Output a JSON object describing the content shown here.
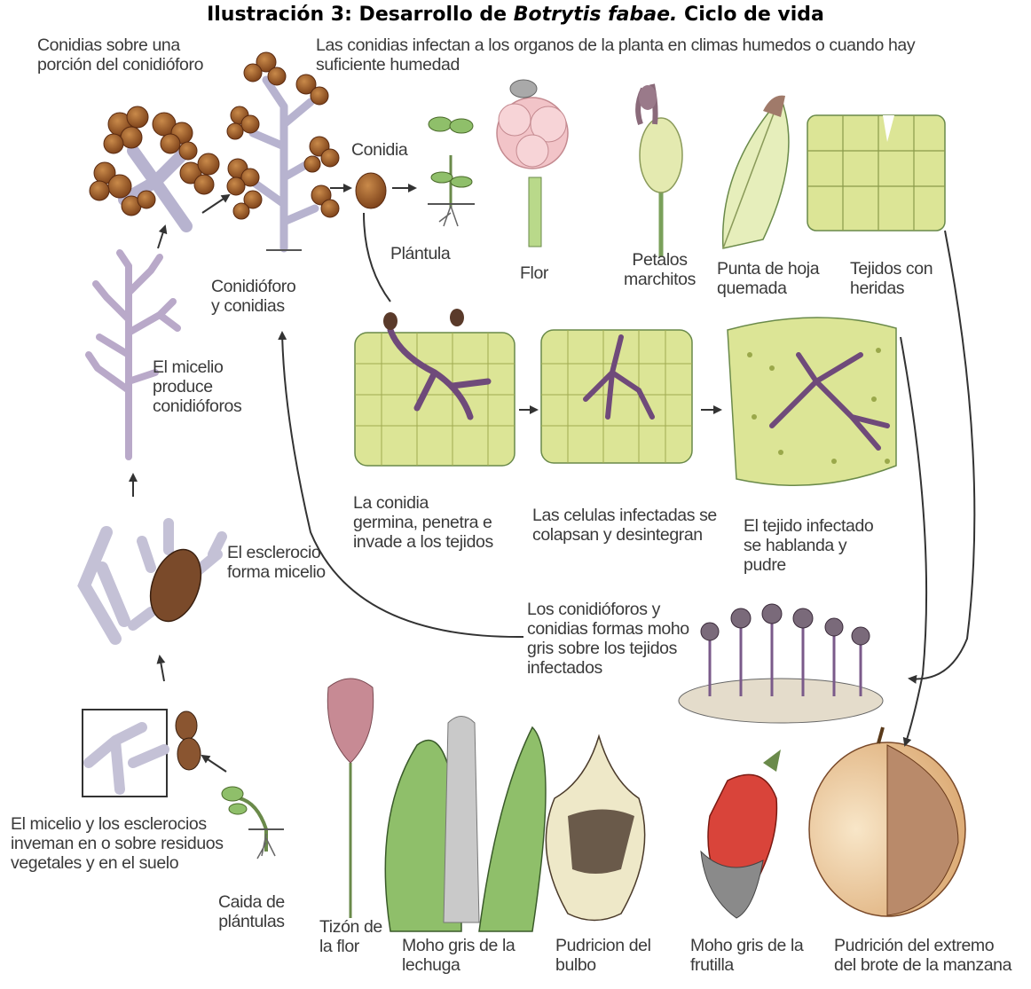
{
  "title": {
    "prefix": "Ilustración 3: Desarrollo de ",
    "species": "Botrytis fabae.",
    "suffix": " Ciclo de vida"
  },
  "labels": {
    "conidias_porcion": "Conidias sobre una\nporción del conidióforo",
    "infectan": "Las conidias infectan a los organos de la planta en climas humedos o cuando hay\nsuficiente humedad",
    "conidia": "Conidia",
    "plantula": "Plántula",
    "flor": "Flor",
    "petalos": "Petalos\nmarchitos",
    "punta_hoja": "Punta de hoja\nquemada",
    "tejidos_heridas": "Tejidos con\nheridas",
    "conidioforo_conidias": "Conidióforo\ny conidias",
    "micelio_produce": "El micelio\nproduce\nconidióforos",
    "conidia_germina": "La conidia\ngermina, penetra e\ninvade a los tejidos",
    "celulas_colapsan": "Las celulas infectadas se\ncolapsan y desintegran",
    "tejido_pudre": "El tejido infectado\nse hablanda y\npudre",
    "esclerocio": "El esclerocio\nforma micelio",
    "moho_gris_tejidos": "Los conidióforos y\nconidias formas moho\ngris sobre los tejidos\ninfectados",
    "invernan": "El micelio y los esclerocios\ninveman en o sobre residuos\nvegetales y en el suelo",
    "caida": "Caida de\nplántulas",
    "tizon": "Tizón de\nla flor",
    "moho_lechuga": "Moho gris de la\nlechuga",
    "pudricion_bulbo": "Pudricion del\nbulbo",
    "moho_frutilla": "Moho gris de la\nfrutilla",
    "pudricion_manzana": "Pudrición del extremo\ndel brote de la manzana"
  },
  "colors": {
    "spore_brown": "#9a5a2a",
    "hypha_lavender": "#b7b3cf",
    "tissue_green": "#d9e08a",
    "hypha_purple": "#6f4a7a",
    "leaf_green": "#8fbf6a",
    "flower_pink": "#f2c4c8",
    "arrow": "#333333"
  }
}
